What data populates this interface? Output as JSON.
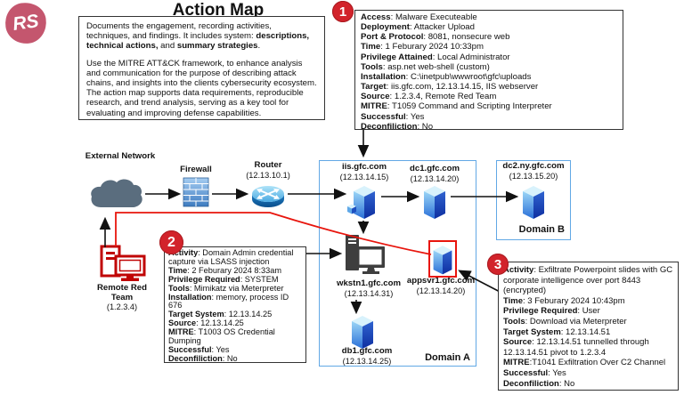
{
  "logo": {
    "text": "RS"
  },
  "title": "Action Map",
  "description": {
    "p1": [
      {
        "t": "Documents the engagement, recording activities, techniques, and findings. It includes system: ",
        "b": false
      },
      {
        "t": "descriptions, technical actions,",
        "b": true
      },
      {
        "t": " and ",
        "b": false
      },
      {
        "t": "summary strategies",
        "b": true
      },
      {
        "t": ".",
        "b": false
      }
    ],
    "p2": [
      {
        "t": "Use the MITRE ATT&CK framework, to enhance analysis and communication for the purpose of describing attack chains, and insights into the clients cybersecurity ecosystem. The action map supports data requirements, reproducible research, and trend analysis, serving as a key tool for evaluating and improving defense capabilities.",
        "b": false
      }
    ]
  },
  "annotations": [
    {
      "num": "1",
      "fields": [
        [
          "Access",
          ": Malware Executeable"
        ],
        [
          "Deployment",
          ": Attacker Upload"
        ],
        [
          "Port & Protocol",
          ": 8081, nonsecure web"
        ],
        [
          "Time",
          ": 1 Feburary 2024 10:33pm"
        ],
        [
          "Privilege Attained",
          ": Local Administrator"
        ],
        [
          "Tools",
          ": asp.net web-shell (custom)"
        ],
        [
          "Installation",
          ": C:\\inetpub\\wwwroot\\gfc\\uploads"
        ],
        [
          "Target",
          ": iis.gfc.com, 12.13.14.15, IIS webserver"
        ],
        [
          "Source",
          ": 1.2.3.4, Remote Red Team"
        ],
        [
          "MITRE",
          ": T1059 Command and Scripting Interpreter"
        ],
        [
          "Successful",
          ": Yes"
        ],
        [
          "Deconfiliction",
          ": No"
        ]
      ]
    },
    {
      "num": "2",
      "fields": [
        [
          "Activity",
          ": Domain Admin credential capture via LSASS injection"
        ],
        [
          "Time",
          ": 2 Feburary 2024 8:33am"
        ],
        [
          "Privilege Required",
          ": SYSTEM"
        ],
        [
          "Tools",
          ": Mimikatz via Meterpreter"
        ],
        [
          "Installation",
          ": memory, process ID 676"
        ],
        [
          "Target System",
          ": 12.13.14.25"
        ],
        [
          "Source",
          ": 12.13.14.25"
        ],
        [
          "MITRE",
          ": T1003 OS Credential Dumping"
        ],
        [
          "Successful",
          ": Yes"
        ],
        [
          "Deconfiliction",
          ": No"
        ]
      ]
    },
    {
      "num": "3",
      "fields": [
        [
          "Activity",
          ": Exfiltrate Powerpoint slides with GC corporate intelligence over port 8443 (encrypted)"
        ],
        [
          "Time",
          ": 3 Feburary 2024 10:43pm"
        ],
        [
          "Privilege Required",
          ": User"
        ],
        [
          "Tools",
          ": Download via Meterpreter"
        ],
        [
          "Target System",
          ": 12.13.14.51"
        ],
        [
          "Source",
          ": 12.13.14.51 tunnelled through 12.13.14.51 pivot to 1.2.3.4"
        ],
        [
          "MITRE",
          ":T1041 Exfiltration Over C2 Channel"
        ],
        [
          "Successful",
          ": Yes"
        ],
        [
          "Deconfiliction",
          ": No"
        ]
      ]
    }
  ],
  "nodes": {
    "external_network": {
      "label": "External Network"
    },
    "firewall": {
      "label": "Firewall"
    },
    "router": {
      "label": "Router",
      "ip": "(12.13.10.1)"
    },
    "iis": {
      "label": "iis.gfc.com",
      "ip": "(12.13.14.15)"
    },
    "dc1": {
      "label": "dc1.gfc.com",
      "ip": "(12.13.14.20)"
    },
    "dc2": {
      "label": "dc2.ny.gfc.com",
      "ip": "(12.13.15.20)"
    },
    "wkstn1": {
      "label": "wkstn1.gfc.com",
      "ip": "(12.13.14.31)"
    },
    "appsvr1": {
      "label": "appsvr1.gfc.com",
      "ip": "(12.13.14.20)"
    },
    "db1": {
      "label": "db1.gfc.com",
      "ip": "(12.13.14.25)"
    },
    "red_team": {
      "label": "Remote Red Team",
      "ip": "(1.2.3.4)"
    }
  },
  "domains": {
    "a": "Domain A",
    "b": "Domain B"
  },
  "colors": {
    "accent_red": "#d2232b",
    "attack_path_red": "#e8150d",
    "domain_border_blue": "#62a8e5",
    "logo_rose": "#c4566e"
  }
}
